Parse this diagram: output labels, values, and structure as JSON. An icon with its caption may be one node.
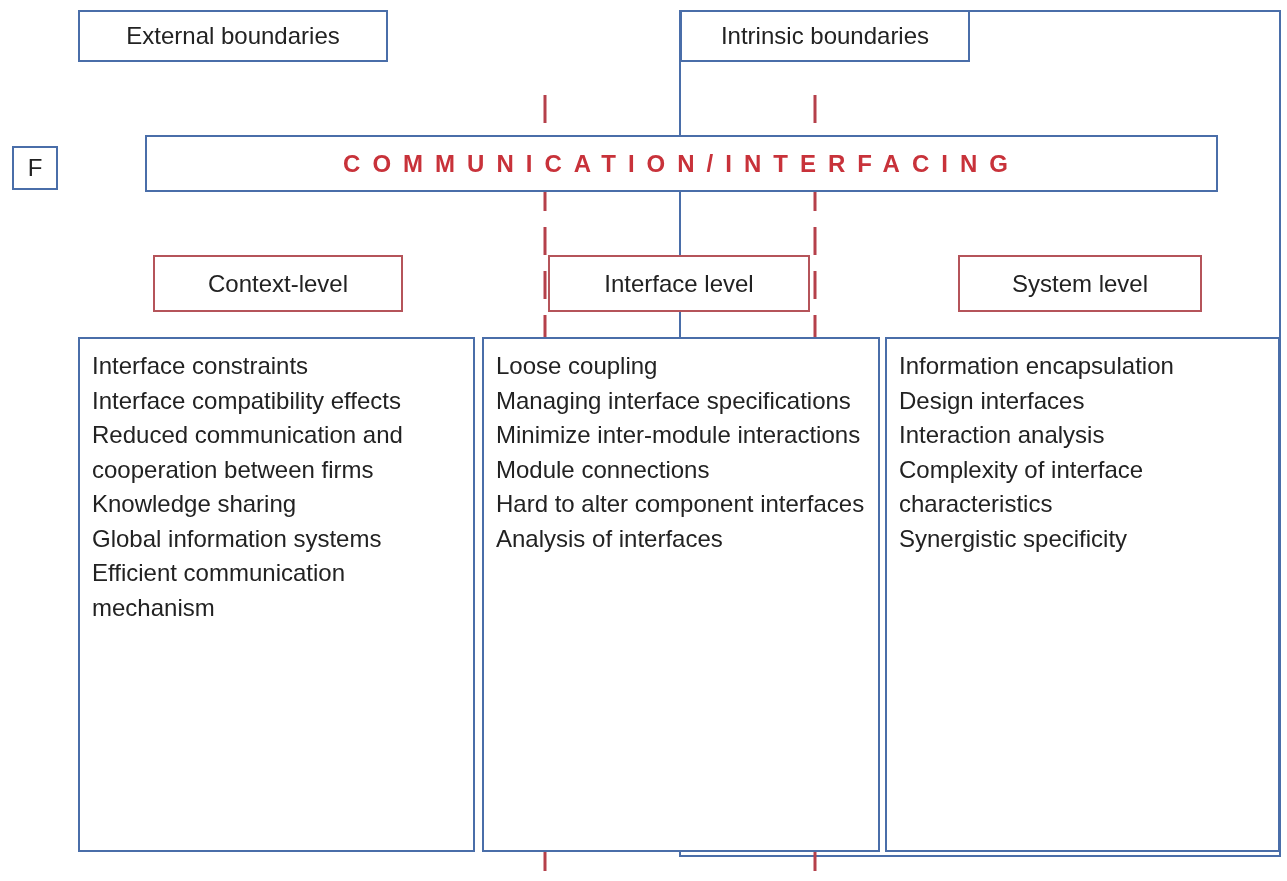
{
  "diagram": {
    "nodes": [
      {
        "text": [
          "External boundaries"
        ]
      },
      {
        "text": [
          "Intrinsic boundaries"
        ]
      },
      {
        "text": [
          "F"
        ]
      },
      {
        "text": [
          "COMMUNICATION/INTERFACING"
        ]
      },
      {
        "text": [
          "Context-level"
        ]
      },
      {
        "text": [
          "Interface level"
        ]
      },
      {
        "text": [
          "System level"
        ]
      },
      {
        "text": [
          "Interface constraints",
          "Interface compatibility effects",
          "Reduced communication and cooperation between firms",
          "Knowledge sharing",
          "Global information systems",
          "Efficient communication mechanism"
        ]
      },
      {
        "text": [
          "Loose coupling",
          "Managing interface specifications",
          "Minimize inter-module interactions",
          "Module connections",
          "Hard to alter component interfaces",
          "Analysis of interfaces"
        ]
      },
      {
        "text": [
          "Information encapsulation",
          "Design interfaces",
          "Interaction analysis",
          "Complexity of interface characteristics",
          "Synergistic specificity"
        ]
      }
    ]
  }
}
